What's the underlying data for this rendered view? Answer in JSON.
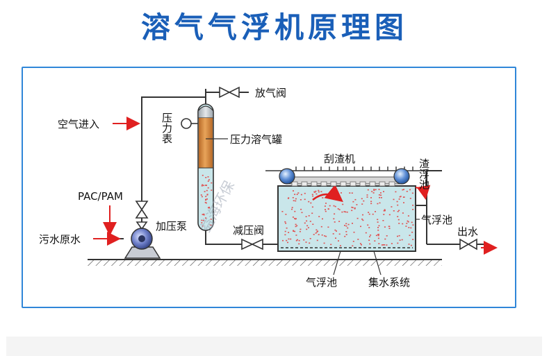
{
  "title": "溶气气浮机原理图",
  "labels": {
    "air_inlet": "空气进入",
    "pac_pam": "PAC/PAM",
    "raw_sewage": "污水原水",
    "booster_pump": "加压泵",
    "pressure_gauge": "压力表",
    "dissolved_air_tank": "压力溶气罐",
    "vent_valve": "放气阀",
    "pressure_reducing_valve": "减压阀",
    "scraper": "刮渣机",
    "scum_tank": "渣浮池",
    "flotation_tank_right": "气浮池",
    "flotation_tank_bottom": "气浮池",
    "collection_system": "集水系统",
    "outlet": "出水",
    "watermark": "益海环保"
  },
  "colors": {
    "title": "#1a5fb8",
    "frame": "#2f86d8",
    "water": "#c9e6ea",
    "bubbles": "#e05050",
    "tank_orange": "#d98a3a",
    "arrow_red": "#e02020"
  }
}
